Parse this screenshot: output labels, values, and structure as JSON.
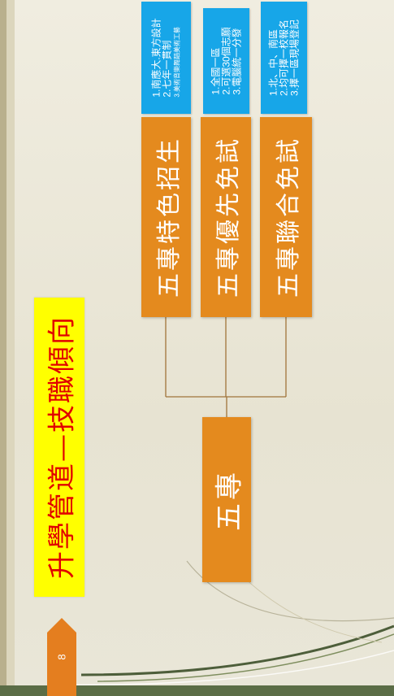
{
  "page": {
    "number": "8"
  },
  "title": "升學管道—技職傾向",
  "tree": {
    "root": "五專",
    "branches": [
      {
        "label": "五專特色招生",
        "notes": [
          "1.南應大.東方設計",
          "2.七年一貫制",
          "3.美術音樂舞蹈美術工藝"
        ]
      },
      {
        "label": "五專優先免試",
        "notes": [
          "1.全國一區",
          "2.可選30個志願",
          "3.電腦統一分發"
        ]
      },
      {
        "label": "五專聯合免試",
        "notes": [
          "1.北、中、南區",
          "2.均可擇一校報名",
          "3.擇一區現場登記"
        ]
      }
    ]
  },
  "colors": {
    "title_bg": "#ffff00",
    "title_text": "#e10000",
    "box_orange": "#e48a1e",
    "box_blue": "#17a6e8",
    "connector": "#a0743a",
    "bottom_band": "#5b6d46"
  }
}
